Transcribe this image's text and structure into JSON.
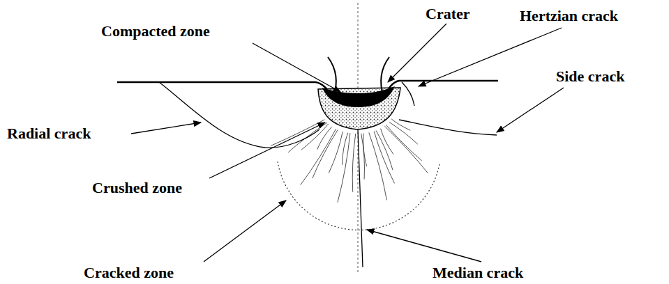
{
  "diagram": {
    "labels": [
      "Compacted zone",
      "Crater",
      "Hertzian crack",
      "Side crack",
      "Radial crack",
      "Crushed zone",
      "Cracked zone",
      "Median crack"
    ]
  }
}
